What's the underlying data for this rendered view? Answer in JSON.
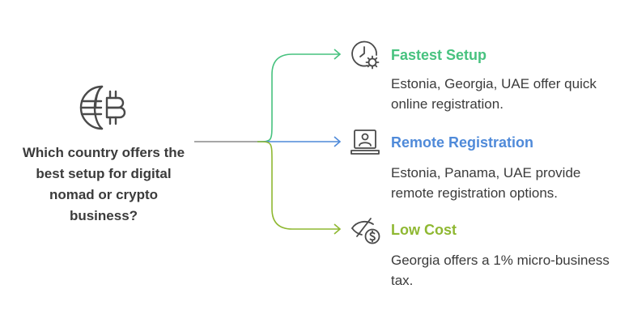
{
  "question": "Which country offers the best setup for digital nomad or crypto business?",
  "root_icon": "globe-bitcoin-icon",
  "options": [
    {
      "title": "Fastest Setup",
      "description": "Estonia, Georgia, UAE offer quick online registration.",
      "color": "#47c27f",
      "icon": "clock-gear-icon"
    },
    {
      "title": "Remote Registration",
      "description": "Estonia, Panama, UAE provide remote registration options.",
      "color": "#4f8ad9",
      "icon": "laptop-user-icon"
    },
    {
      "title": "Low Cost",
      "description": "Georgia offers a 1% micro-business tax.",
      "color": "#8fb832",
      "icon": "no-visibility-dollar-icon"
    }
  ]
}
